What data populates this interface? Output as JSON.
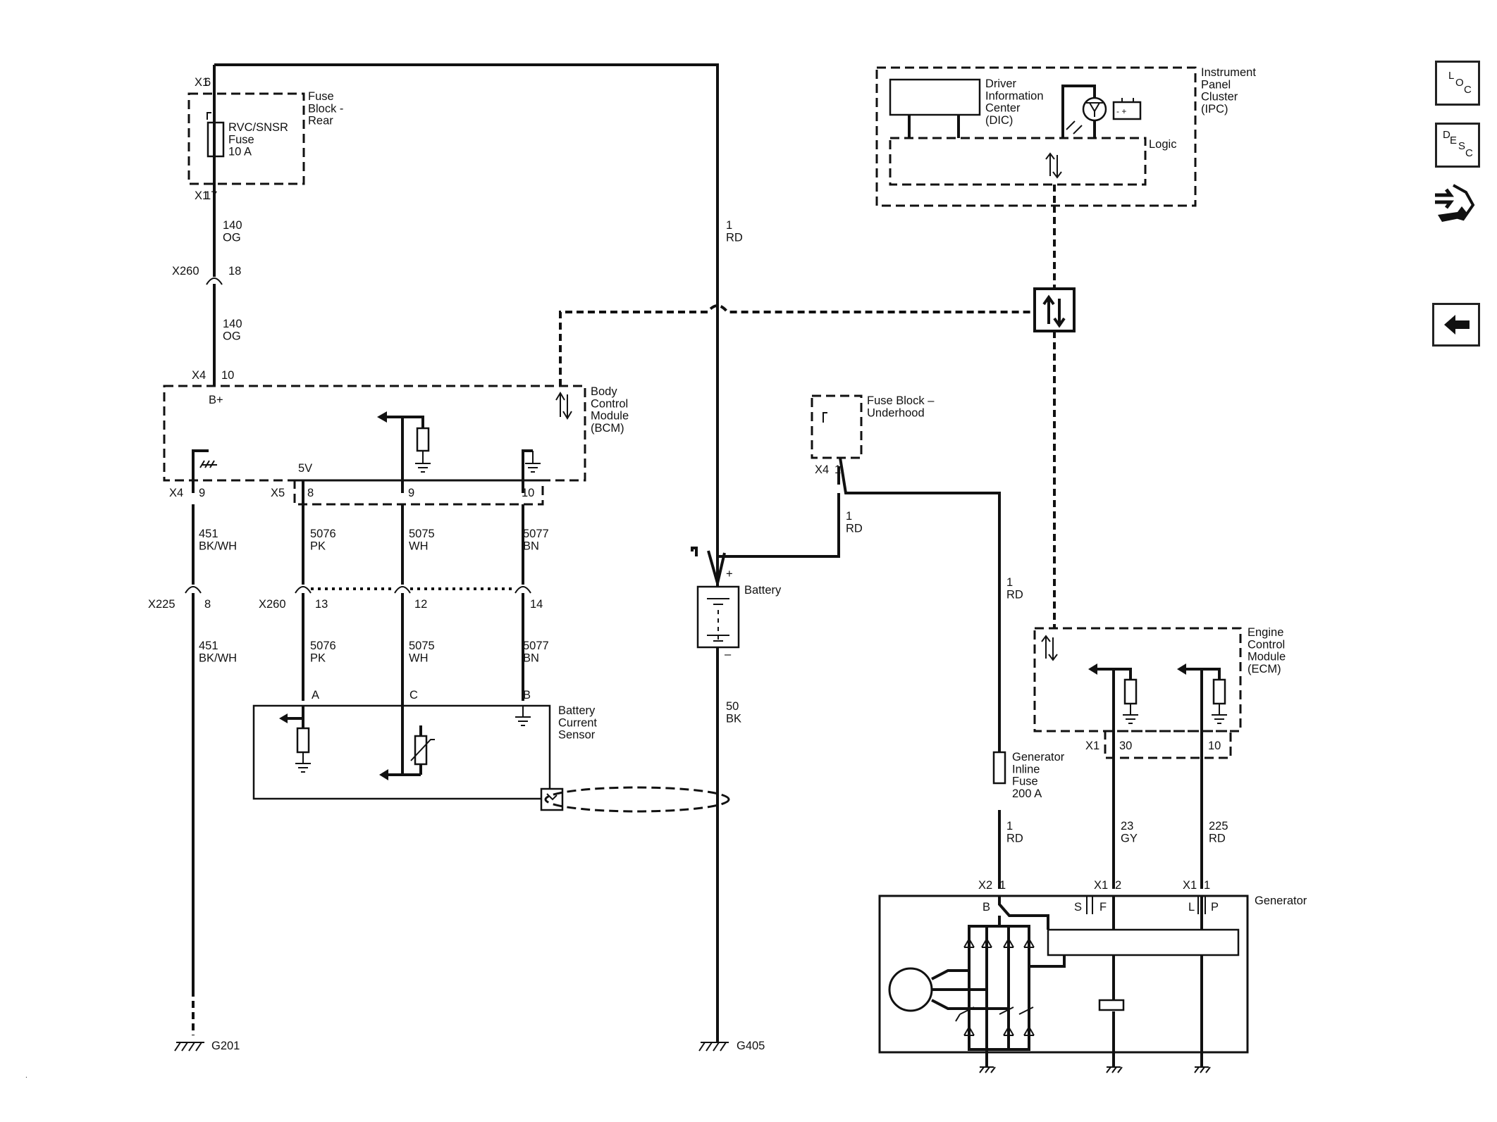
{
  "sidebar": {
    "loc": {
      "l1": "L",
      "l2": "O",
      "l3": "C"
    },
    "desc": {
      "l1": "D",
      "l2": "E",
      "l3": "S",
      "l4": "C"
    }
  },
  "components": {
    "fuse_block_rear": "Fuse\nBlock -\nRear",
    "rvc_fuse": "RVC/SNSR\nFuse\n10 A",
    "bcm": "Body\nControl\nModule\n(BCM)",
    "b_plus": "B+",
    "five_v": "5V",
    "bcs": "Battery\nCurrent\nSensor",
    "battery": "Battery",
    "bat_plus": "+",
    "bat_minus": "–",
    "fuse_underhood": "Fuse Block –\nUnderhood",
    "ipc": "Instrument\nPanel\nCluster\n(IPC)",
    "dic": "Driver\nInformation\nCenter\n(DIC)",
    "logic": "Logic",
    "ecm": "Engine\nControl\nModule\n(ECM)",
    "gen_fuse": "Generator\nInline\nFuse\n200 A",
    "generator": "Generator",
    "g201": "G201",
    "g405": "G405"
  },
  "gen_terminals": {
    "b": "B",
    "s": "S",
    "f": "F",
    "l": "L",
    "p": "P"
  },
  "bcs_pins": {
    "a": "A",
    "c": "C",
    "b": "B"
  },
  "connectors": {
    "x1_6": [
      "X1",
      "6"
    ],
    "x1_17": [
      "X1",
      "17"
    ],
    "x260_18": [
      "X260",
      "18"
    ],
    "x4_10": [
      "X4",
      "10"
    ],
    "x4_9": [
      "X4",
      "9"
    ],
    "x5_8": [
      "X5",
      "8"
    ],
    "p9": "9",
    "p10": "10",
    "x225_8": [
      "X225",
      "8"
    ],
    "x260_13": [
      "X260",
      "13"
    ],
    "p12": "12",
    "p14": "14",
    "x4_1": [
      "X4",
      "1"
    ],
    "x1_30": [
      "X1",
      "30"
    ],
    "p10b": "10",
    "x2_1": [
      "X2",
      "1"
    ],
    "x1_2": [
      "X1",
      "2"
    ],
    "x1_1": [
      "X1",
      "1"
    ]
  },
  "wires": {
    "w140a": "140\nOG",
    "w140b": "140\nOG",
    "w1rd_main": "1\nRD",
    "w451a": "451\nBK/WH",
    "w451b": "451\nBK/WH",
    "w5076a": "5076\nPK",
    "w5076b": "5076\nPK",
    "w5075a": "5075\nWH",
    "w5075b": "5075\nWH",
    "w5077a": "5077\nBN",
    "w5077b": "5077\nBN",
    "w1rd_x4": "1\nRD",
    "w1rd_gen": "1\nRD",
    "w1rd_lower": "1\nRD",
    "w50bk": "50\nBK",
    "w23gy": "23\nGY",
    "w225rd": "225\nRD"
  }
}
